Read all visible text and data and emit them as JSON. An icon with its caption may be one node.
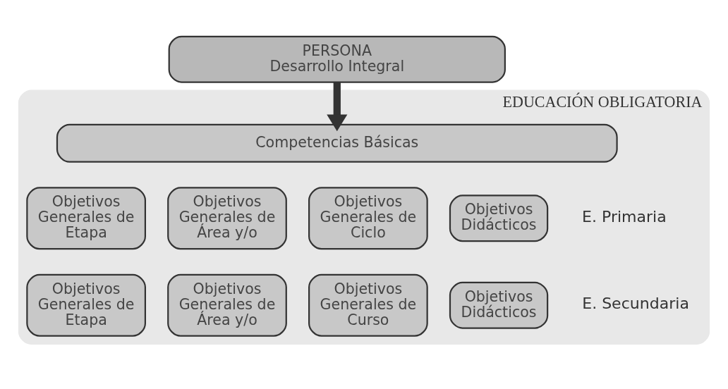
{
  "diagram": {
    "nodes": [
      {
        "text": [
          "PERSONA",
          "Desarrollo Integral"
        ]
      },
      {
        "text": [
          "EDUCACIÓN OBLIGATORIA"
        ]
      },
      {
        "text": [
          "Competencias Básicas"
        ],
        "in": 1
      },
      {
        "text": [
          "Objetivos Generales de Etapa"
        ],
        "in": 1
      },
      {
        "text": [
          "Objetivos Generales de Área y/o"
        ],
        "in": 1
      },
      {
        "text": [
          "Objetivos Generales de Ciclo"
        ],
        "in": 1
      },
      {
        "text": [
          "Objetivos Didácticos"
        ],
        "in": 1
      },
      {
        "text": [
          "Objetivos Generales de Etapa"
        ],
        "in": 1
      },
      {
        "text": [
          "Objetivos Generales de Área y/o"
        ],
        "in": 1
      },
      {
        "text": [
          "Objetivos Generales de Curso"
        ],
        "in": 1
      },
      {
        "text": [
          "Objetivos Didácticos"
        ],
        "in": 1
      }
    ],
    "edges": [
      {
        "from": 0,
        "to": 2,
        "arrow": "to"
      }
    ],
    "labels": [
      "E. Primaria",
      "E. Secundaria"
    ]
  }
}
